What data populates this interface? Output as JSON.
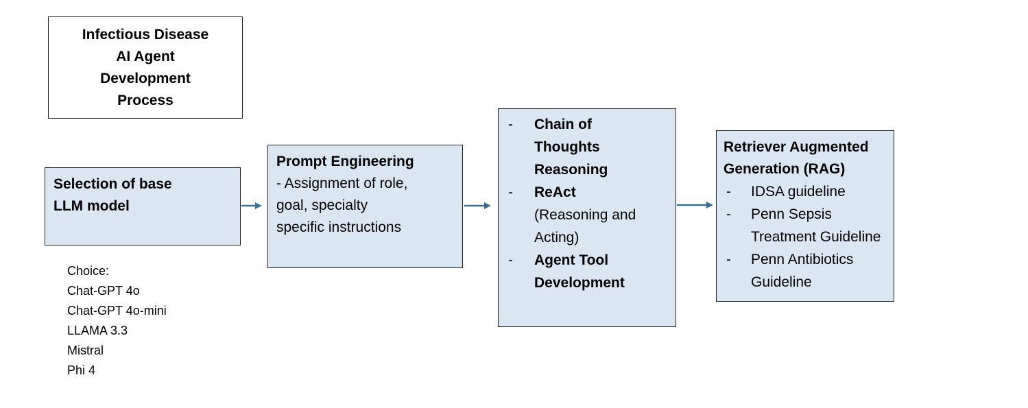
{
  "title": [
    "Infectious Disease",
    "AI Agent",
    "Development",
    "Process"
  ],
  "step1": {
    "heading": [
      "Selection of base",
      "LLM model"
    ]
  },
  "choices": {
    "label": "Choice:",
    "items": [
      "Chat-GPT 4o",
      "Chat-GPT 4o-mini",
      "LLAMA 3.3",
      "Mistral",
      "Phi 4"
    ]
  },
  "step2": {
    "heading": "Prompt Engineering",
    "lines": [
      "- Assignment of role,",
      "goal, specialty",
      "specific instructions"
    ]
  },
  "step3": {
    "dash": "-",
    "items": [
      {
        "lines": [
          "Chain of",
          "Thoughts",
          "Reasoning"
        ]
      },
      {
        "lines": [
          "ReAct"
        ],
        "sub": [
          "(Reasoning and",
          "Acting)"
        ]
      },
      {
        "lines": [
          "Agent Tool",
          "Development"
        ]
      }
    ]
  },
  "step4": {
    "heading": [
      "Retriever Augmented",
      "Generation (RAG)"
    ],
    "dash": "-",
    "items": [
      [
        "IDSA guideline"
      ],
      [
        "Penn Sepsis",
        "Treatment Guideline"
      ],
      [
        "Penn Antibiotics",
        "Guideline"
      ]
    ]
  },
  "colors": {
    "box_fill": "#dbe6f3",
    "arrow": "#3a6f96",
    "border": "#1f1f1f"
  }
}
